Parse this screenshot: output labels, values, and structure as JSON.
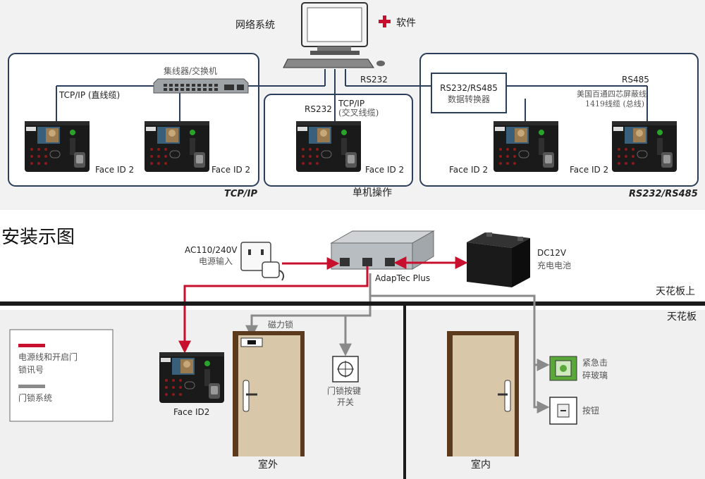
{
  "top": {
    "network_system": "网络系统",
    "plus_software": "软件",
    "hub_switch": "集线器/交换机",
    "tcpip_straight": "TCP/IP (直线缆)",
    "rs232_top": "RS232",
    "rs232_mid": "RS232",
    "tcpip_cross": "TCP/IP",
    "cross_cable": "(交叉线缆)",
    "converter_line1": "RS232/RS485",
    "converter_line2": "数据转换器",
    "rs485": "RS485",
    "shield_line1": "美国百通四芯屏蔽线",
    "shield_line2": "1419线缆 (总线)",
    "device_label": "Face ID 2",
    "group_tcpip": "TCP/IP",
    "group_single": "单机操作",
    "group_rs": "RS232/RS485"
  },
  "install": {
    "title": "安装示图",
    "ac_line1": "AC110/240V",
    "ac_line2": "电源输入",
    "dc_line1": "DC12V",
    "dc_line2": "充电电池",
    "adaptec": "AdapTec Plus",
    "ceiling_above": "天花板上",
    "ceiling": "天花板",
    "mag_lock": "磁力锁",
    "door_btn_line1": "门锁按键",
    "door_btn_line2": "开关",
    "emergency_line1": "紧急击",
    "emergency_line2": "碎玻璃",
    "button": "按钮",
    "device": "Face ID2",
    "outside": "室外",
    "inside": "室内",
    "legend_red_line1": "电源线和开启门",
    "legend_red_line2": "锁讯号",
    "legend_gray": "门锁系统"
  },
  "colors": {
    "red": "#c8102e",
    "gray": "#8a8a8a",
    "blue": "#2b3f5c",
    "door": "#5b3a1e",
    "door_panel": "#d8c7a8"
  }
}
